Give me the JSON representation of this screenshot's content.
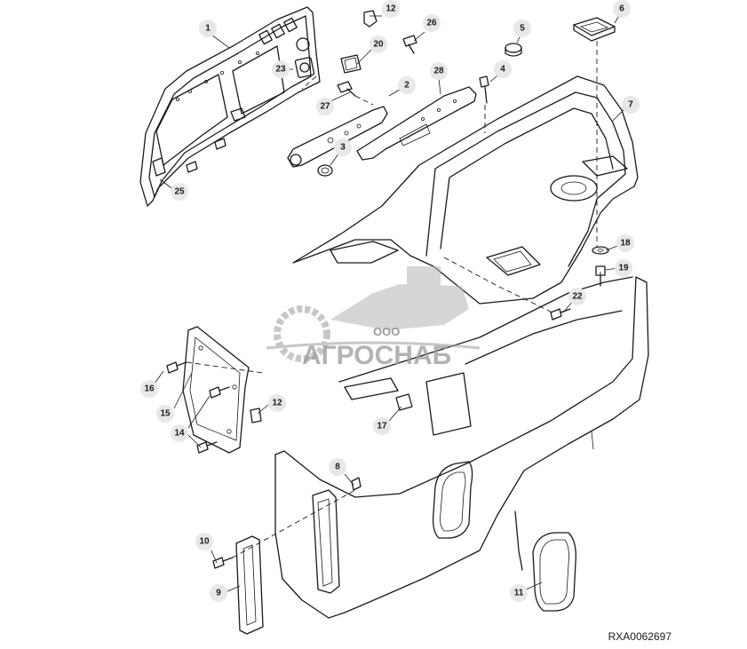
{
  "diagram": {
    "drawing_code": "RXA0062697",
    "watermark": {
      "line1": "ООО",
      "line2": "АГРОСНАБ"
    },
    "callouts": [
      {
        "id": "c1",
        "label": "1"
      },
      {
        "id": "c2",
        "label": "2"
      },
      {
        "id": "c3",
        "label": "3"
      },
      {
        "id": "c4",
        "label": "4"
      },
      {
        "id": "c5",
        "label": "5"
      },
      {
        "id": "c6",
        "label": "6"
      },
      {
        "id": "c7",
        "label": "7"
      },
      {
        "id": "c8",
        "label": "8"
      },
      {
        "id": "c9",
        "label": "9"
      },
      {
        "id": "c10",
        "label": "10"
      },
      {
        "id": "c11",
        "label": "11"
      },
      {
        "id": "c12a",
        "label": "12"
      },
      {
        "id": "c12b",
        "label": "12"
      },
      {
        "id": "c14",
        "label": "14"
      },
      {
        "id": "c15",
        "label": "15"
      },
      {
        "id": "c16",
        "label": "16"
      },
      {
        "id": "c17",
        "label": "17"
      },
      {
        "id": "c18",
        "label": "18"
      },
      {
        "id": "c19",
        "label": "19"
      },
      {
        "id": "c20",
        "label": "20"
      },
      {
        "id": "c22",
        "label": "22"
      },
      {
        "id": "c23",
        "label": "23"
      },
      {
        "id": "c25",
        "label": "25"
      },
      {
        "id": "c26",
        "label": "26"
      },
      {
        "id": "c27",
        "label": "27"
      },
      {
        "id": "c28",
        "label": "28"
      }
    ]
  }
}
